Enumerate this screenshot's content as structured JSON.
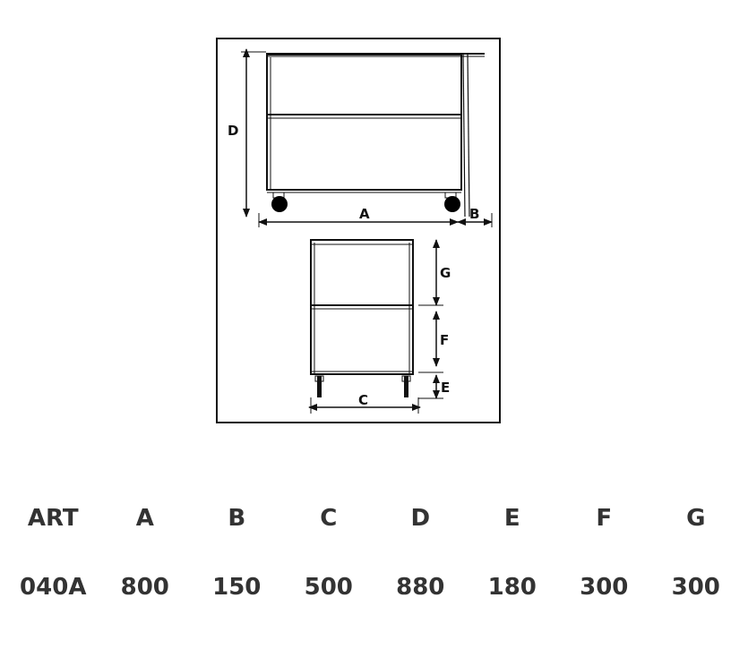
{
  "diagram": {
    "labels": {
      "a": "A",
      "b": "B",
      "c": "C",
      "d": "D",
      "e": "E",
      "f": "F",
      "g": "G"
    },
    "line_color": "#111111"
  },
  "table": {
    "headers": [
      "ART",
      "A",
      "B",
      "C",
      "D",
      "E",
      "F",
      "G"
    ],
    "rows": [
      [
        "040A",
        "800",
        "150",
        "500",
        "880",
        "180",
        "300",
        "300"
      ]
    ],
    "text_color": "#333333"
  }
}
